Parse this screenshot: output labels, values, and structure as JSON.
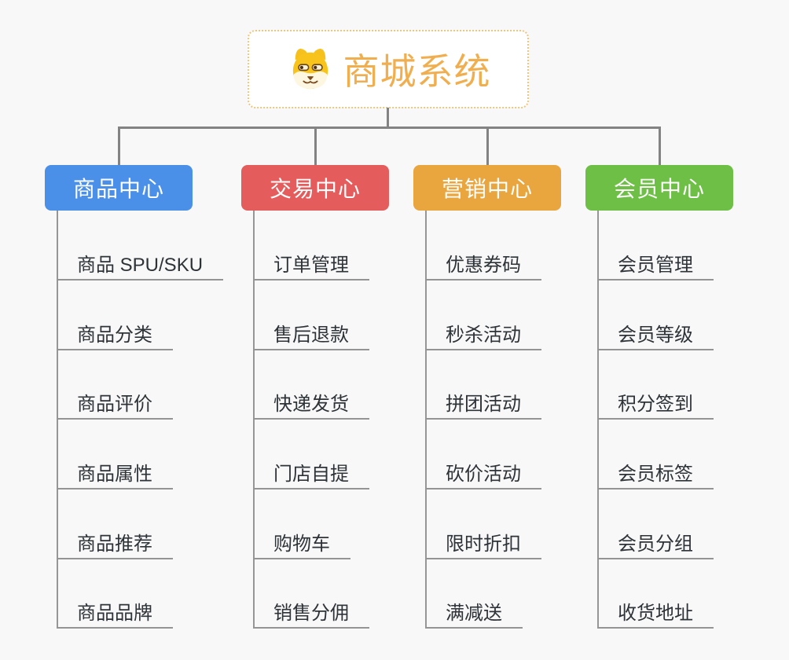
{
  "root": {
    "title": "商城系统",
    "icon": "shiba-dog-icon"
  },
  "branches": [
    {
      "id": "product-center",
      "label": "商品中心",
      "color": "#4A90E8",
      "items": [
        "商品 SPU/SKU",
        "商品分类",
        "商品评价",
        "商品属性",
        "商品推荐",
        "商品品牌"
      ]
    },
    {
      "id": "trade-center",
      "label": "交易中心",
      "color": "#E45C5C",
      "items": [
        "订单管理",
        "售后退款",
        "快递发货",
        "门店自提",
        "购物车",
        "销售分佣"
      ]
    },
    {
      "id": "marketing-center",
      "label": "营销中心",
      "color": "#E9A63E",
      "items": [
        "优惠券码",
        "秒杀活动",
        "拼团活动",
        "砍价活动",
        "限时折扣",
        "满减送"
      ]
    },
    {
      "id": "member-center",
      "label": "会员中心",
      "color": "#6DBF45",
      "items": [
        "会员管理",
        "会员等级",
        "积分签到",
        "会员标签",
        "会员分组",
        "收货地址"
      ]
    }
  ],
  "palette": {
    "background": "#F8F8F8",
    "root_background": "#FFFFFF",
    "root_border": "#F2C57E",
    "root_title": "#F0AE4F",
    "level1_connector": "#838383",
    "branch_line": "#969696",
    "item_text": "#2E3338",
    "header_text": "#FFFFFF"
  }
}
